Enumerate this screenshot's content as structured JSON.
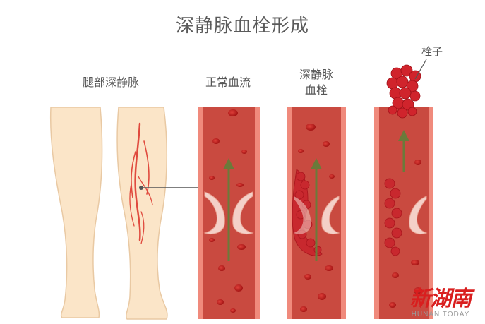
{
  "title": "深静脉血栓形成",
  "labels": {
    "legs": "腿部深静脉",
    "normal_flow": "正常血流",
    "dvt_line1": "深静脉",
    "dvt_line2": "血栓",
    "embolus": "栓子"
  },
  "watermark": {
    "logo": "新湖南",
    "subtitle": "HUNAN TODAY"
  },
  "colors": {
    "vessel_wall": "#f08a7c",
    "vessel_lumen": "#c94a40",
    "blood_cell": "#b51c1c",
    "clot": "#c8282e",
    "arrow": "#6b7a3a",
    "skin": "#fbe5c8",
    "skin_outline": "#e9c9a3",
    "vein": "#e04a3e",
    "accent": "#d91e1e"
  }
}
